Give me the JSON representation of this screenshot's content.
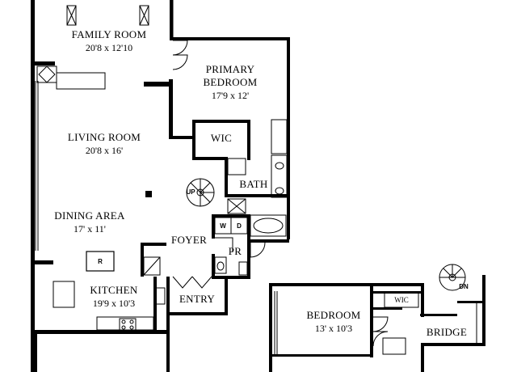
{
  "rooms": {
    "family_room": {
      "name": "FAMILY ROOM",
      "dims": "20'8 x 12'10"
    },
    "primary_bedroom": {
      "name_line1": "PRIMARY",
      "name_line2": "BEDROOM",
      "dims": "17'9 x 12'"
    },
    "wic_primary": {
      "name": "WIC"
    },
    "living_room": {
      "name": "LIVING ROOM",
      "dims": "20'8 x 16'"
    },
    "bath": {
      "name": "BATH"
    },
    "dining_area": {
      "name": "DINING AREA",
      "dims": "17' x 11'"
    },
    "foyer": {
      "name": "FOYER"
    },
    "powder_room": {
      "name": "PR"
    },
    "kitchen": {
      "name": "KITCHEN",
      "dims": "19'9 x 10'3"
    },
    "entry": {
      "name": "ENTRY"
    },
    "bedroom": {
      "name": "BEDROOM",
      "dims": "13' x 10'3"
    },
    "wic_bedroom": {
      "name": "WIC"
    },
    "bridge": {
      "name": "BRIDGE"
    }
  },
  "symbols": {
    "stair_up": "UP",
    "stair_down": "DN",
    "washer": "W",
    "dryer": "D",
    "range": "R"
  }
}
